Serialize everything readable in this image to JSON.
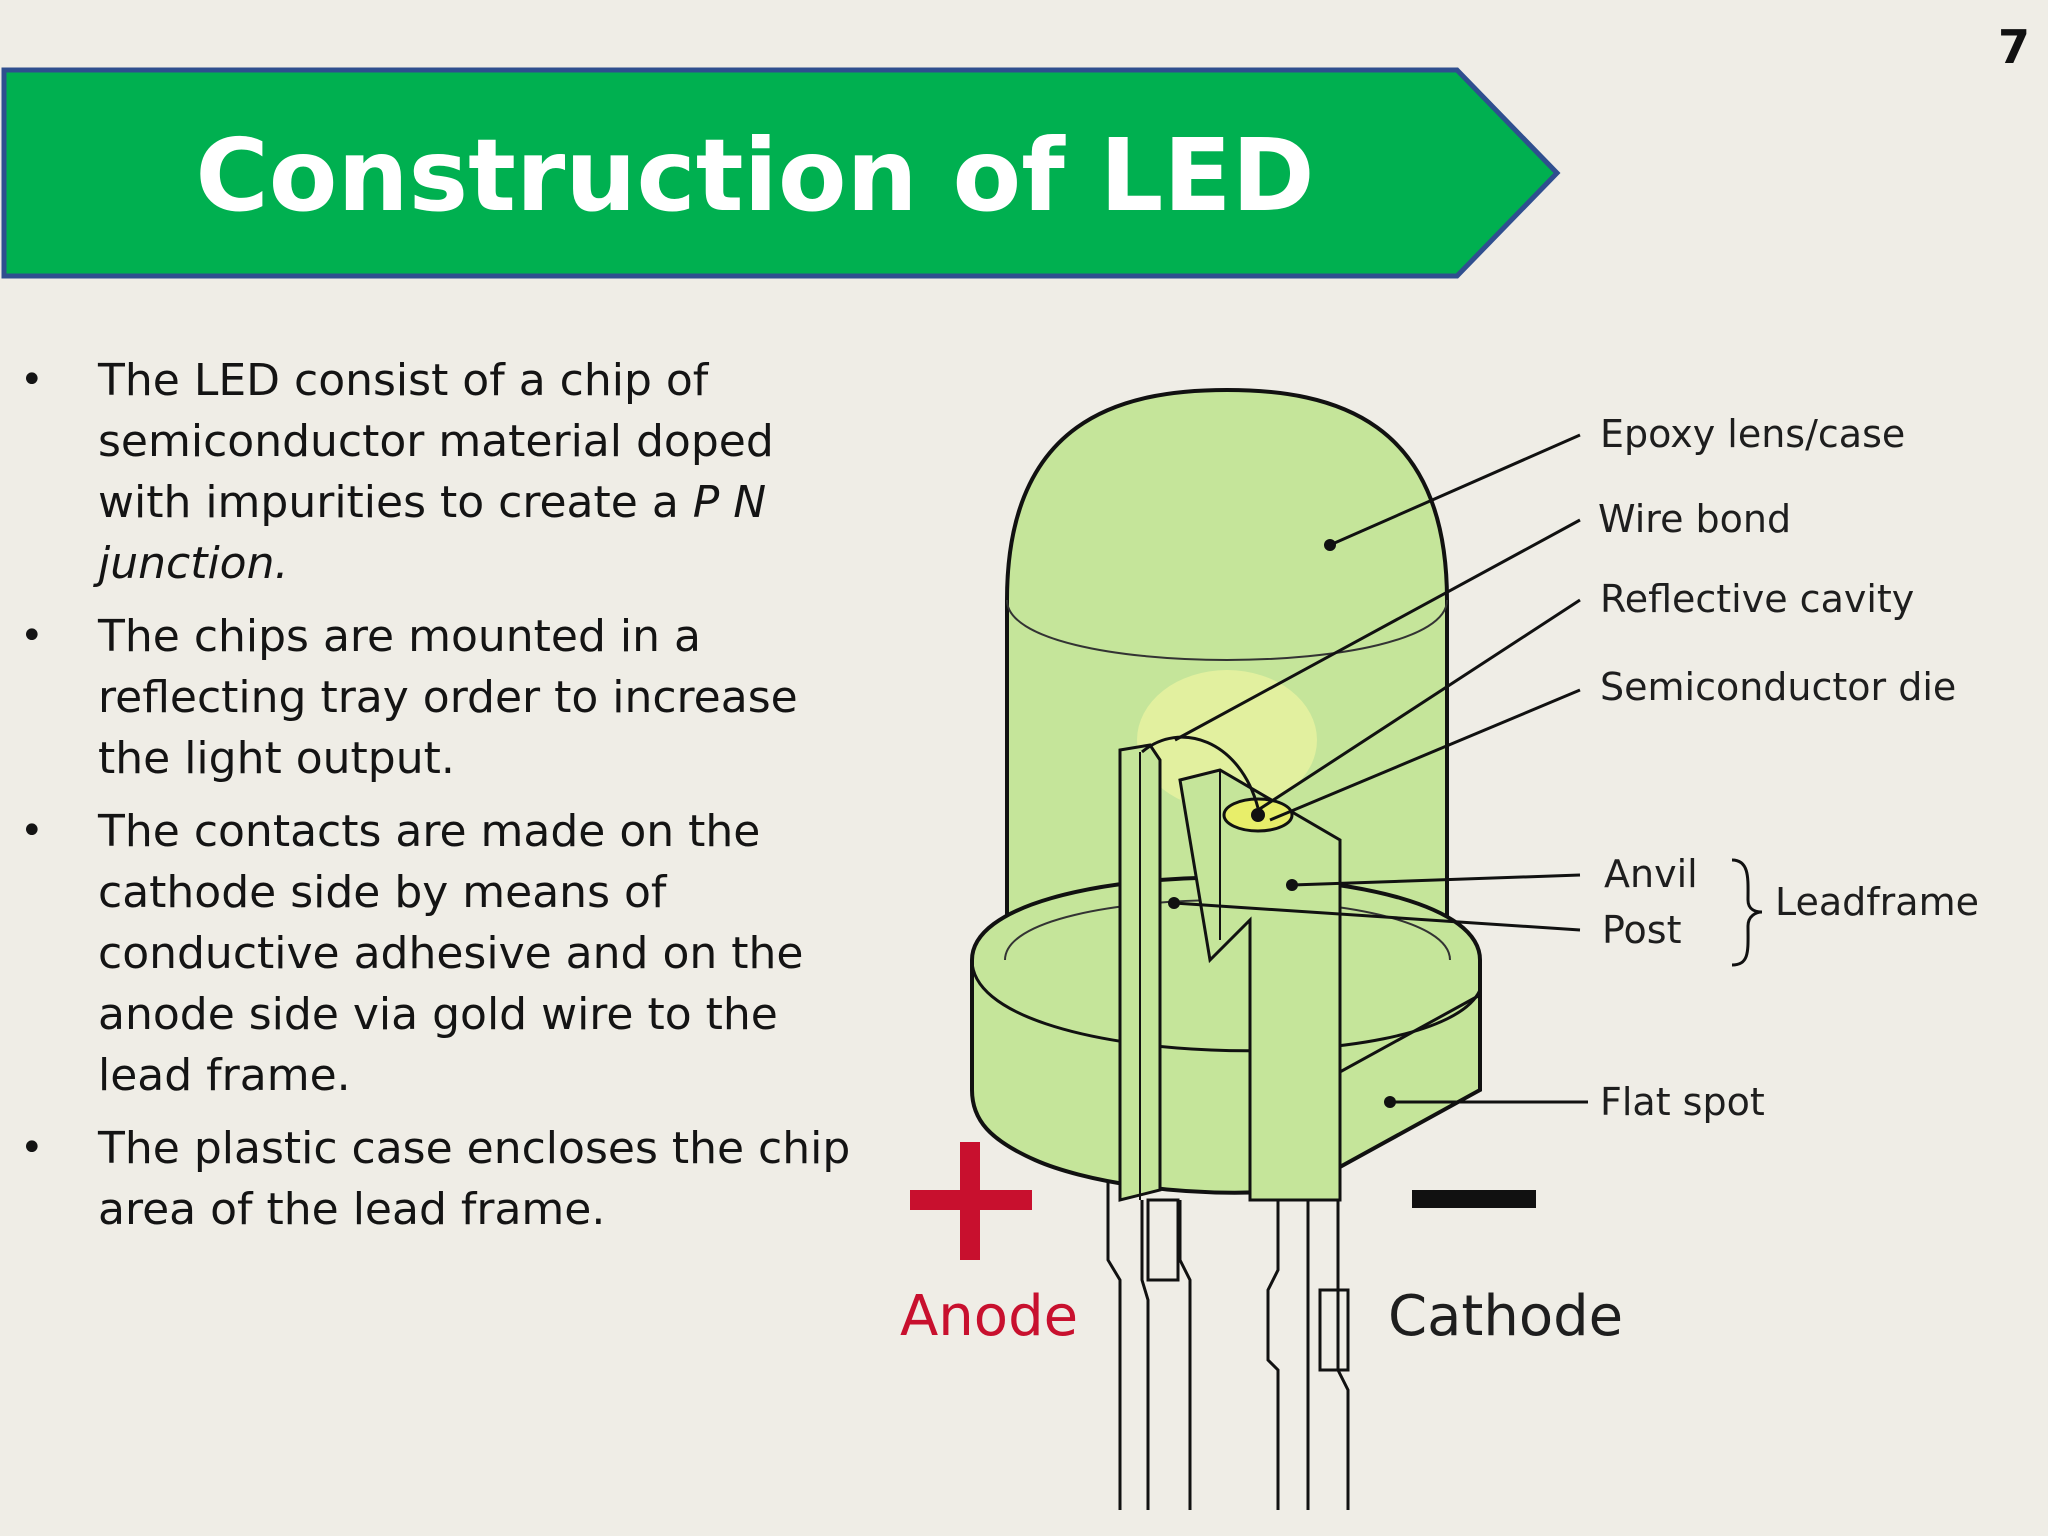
{
  "page_number": "7",
  "title": "Construction of LED",
  "bullets": [
    {
      "text": "The LED consist of a chip of semiconductor material doped with impurities to create a ",
      "italic": "P N junction."
    },
    {
      "text": "The chips are mounted in a reflecting tray order to increase the light output.",
      "italic": ""
    },
    {
      "text": "The contacts are made on the cathode side by means of conductive adhesive and on the anode side via gold wire to the lead frame.",
      "italic": ""
    },
    {
      "text": "The plastic case encloses the chip area of the lead frame.",
      "italic": ""
    }
  ],
  "diagram": {
    "labels": {
      "epoxy": "Epoxy lens/case",
      "wire_bond": "Wire bond",
      "reflective_cavity": "Reflective cavity",
      "semiconductor_die": "Semiconductor die",
      "anvil": "Anvil",
      "post": "Post",
      "leadframe": "Leadframe",
      "flat_spot": "Flat spot",
      "anode": "Anode",
      "cathode": "Cathode"
    }
  },
  "colors": {
    "banner_fill": "#00b050",
    "banner_border": "#2f4f8f",
    "lens_fill": "#c5e59a",
    "anode_color": "#c8102e",
    "cathode_symbol": "#111111"
  }
}
